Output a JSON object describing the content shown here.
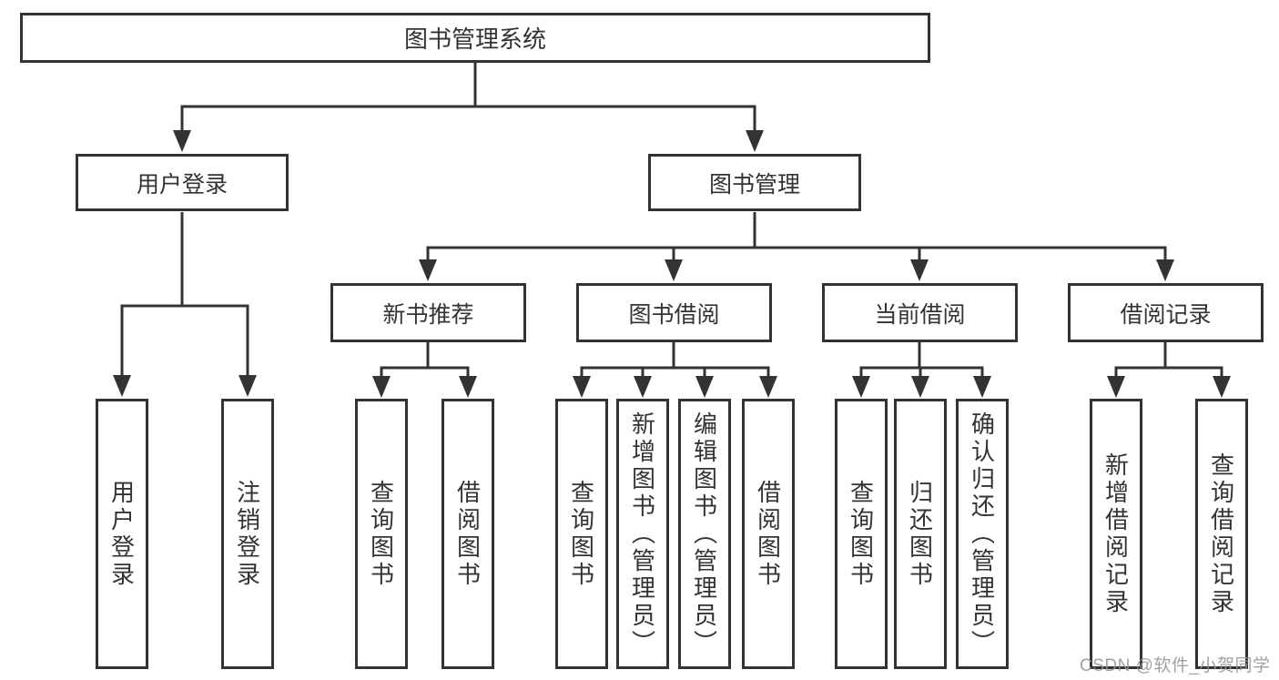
{
  "diagram": {
    "root": "图书管理系统",
    "level1": [
      {
        "label": "用户登录",
        "children": [
          {
            "label": "用户登录"
          },
          {
            "label": "注销登录"
          }
        ]
      },
      {
        "label": "图书管理",
        "children": [
          {
            "label": "新书推荐",
            "children": [
              {
                "label": "查询图书"
              },
              {
                "label": "借阅图书"
              }
            ]
          },
          {
            "label": "图书借阅",
            "children": [
              {
                "label": "查询图书"
              },
              {
                "label": "新增图书（管理员）"
              },
              {
                "label": "编辑图书（管理员）"
              },
              {
                "label": "借阅图书"
              }
            ]
          },
          {
            "label": "当前借阅",
            "children": [
              {
                "label": "查询图书"
              },
              {
                "label": "归还图书"
              },
              {
                "label": "确认归还（管理员）"
              }
            ]
          },
          {
            "label": "借阅记录",
            "children": [
              {
                "label": "新增借阅记录"
              },
              {
                "label": "查询借阅记录"
              }
            ]
          }
        ]
      }
    ]
  },
  "watermark": "CSDN @软件_小贺同学",
  "colors": {
    "line": "#333333",
    "text": "#333333",
    "background": "#ffffff",
    "watermark": "#949494"
  }
}
